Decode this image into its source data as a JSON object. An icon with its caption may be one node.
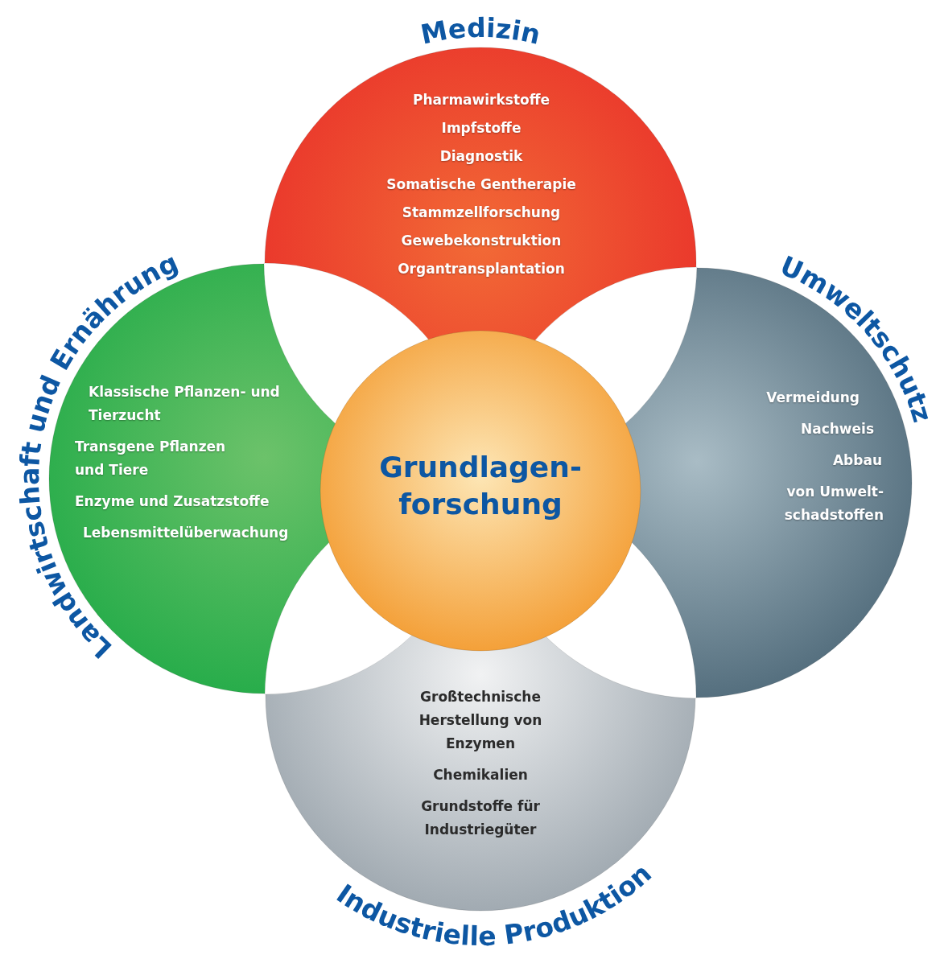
{
  "diagram": {
    "nodes": [
      {
        "text": [
          "Medizin",
          "Pharmawirkstoffe",
          "Impfstoffe",
          "Diagnostik",
          "Somatische Gentherapie",
          "Stammzellforschung",
          "Gewebekonstruktion",
          "Organtransplantation"
        ]
      },
      {
        "text": [
          "Landwirtschaft und Ernährung",
          "Klassische Pflanzen- und Tierzucht",
          "Transgene Pflanzen und Tiere",
          "Enzyme und Zusatzstoffe",
          "Lebensmittelüberwachung"
        ]
      },
      {
        "text": [
          "Umweltschutz",
          "Vermeidung",
          "Nachweis",
          "Abbau",
          "von Umwelt- schadstoffen"
        ]
      },
      {
        "text": [
          "Grundlagen- forschung"
        ]
      },
      {
        "text": [
          "Industrielle Produktion",
          "Großtechnische Herstellung von Enzymen",
          "Chemikalien",
          "Grundstoffe für Industriegüter"
        ]
      }
    ],
    "edges": []
  }
}
